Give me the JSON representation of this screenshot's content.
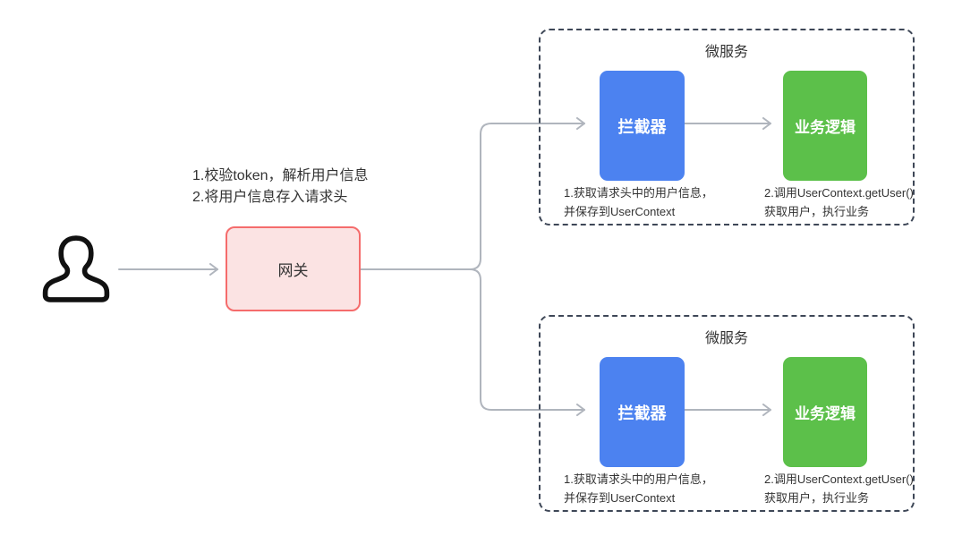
{
  "diagram": {
    "user": {
      "icon": "user-icon"
    },
    "gateway": {
      "label": "网关",
      "note_line1": "1.校验token，解析用户信息",
      "note_line2": "2.将用户信息存入请求头"
    },
    "microservices": [
      {
        "title": "微服务",
        "interceptor_label": "拦截器",
        "business_label": "业务逻辑",
        "interceptor_note_line1": "1.获取请求头中的用户信息，",
        "interceptor_note_line2": "并保存到UserContext",
        "business_note_line1": "2.调用UserContext.getUser()",
        "business_note_line2": "获取用户，执行业务"
      },
      {
        "title": "微服务",
        "interceptor_label": "拦截器",
        "business_label": "业务逻辑",
        "interceptor_note_line1": "1.获取请求头中的用户信息，",
        "interceptor_note_line2": "并保存到UserContext",
        "business_note_line1": "2.调用UserContext.getUser()",
        "business_note_line2": "获取用户，执行业务"
      }
    ]
  },
  "colors": {
    "arrow": "#b0b5bd",
    "dashed_border": "#3e4757",
    "gateway_fill": "#fbe3e3",
    "gateway_border": "#f56c6c",
    "interceptor_fill": "#4c82f0",
    "business_fill": "#5cc04a",
    "text": "#333333",
    "box_label_text": "#ffffff",
    "icon": "#111111"
  }
}
